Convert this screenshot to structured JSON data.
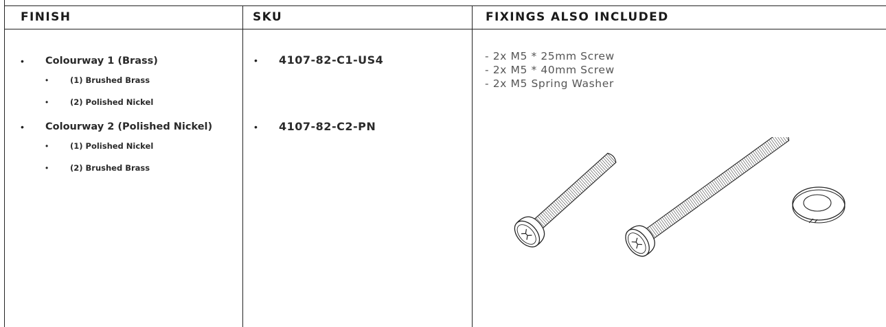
{
  "table": {
    "headers": {
      "finish": "FINISH",
      "sku": "SKU",
      "fixings": "FIXINGS ALSO INCLUDED"
    },
    "finish": {
      "colourways": [
        {
          "label": "Colourway 1 (Brass)",
          "options": [
            "(1) Brushed Brass",
            "(2) Polished Nickel"
          ]
        },
        {
          "label": "Colourway 2 (Polished Nickel)",
          "options": [
            "(1) Polished Nickel",
            "(2) Brushed Brass"
          ]
        }
      ]
    },
    "sku": {
      "codes": [
        "4107-82-C1-US4",
        "4107-82-C2-PN"
      ]
    },
    "fixings": {
      "items": [
        "- 2x M5 * 25mm Screw",
        "- 2x M5 * 40mm Screw",
        "- 2x M5 Spring Washer"
      ],
      "illustration": [
        "short-screw-icon",
        "long-screw-icon",
        "spring-washer-icon"
      ]
    },
    "bullet_glyph": "•",
    "colors": {
      "rule": "#222222",
      "text": "#2a2a2a",
      "fixings_text": "#555555"
    }
  }
}
